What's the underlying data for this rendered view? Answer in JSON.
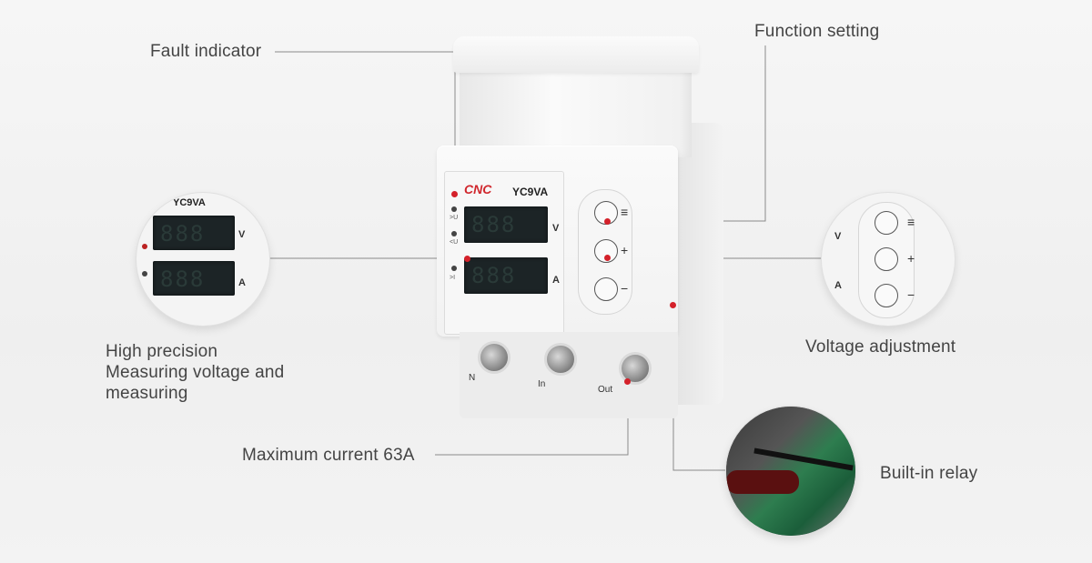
{
  "callouts": {
    "fault_indicator": "Fault indicator",
    "function_setting": "Function setting",
    "high_precision": [
      "High precision",
      "Measuring voltage and",
      "measuring"
    ],
    "voltage_adjustment": "Voltage adjustment",
    "maximum_current": "Maximum current 63A",
    "built_in_relay": "Built-in relay"
  },
  "device": {
    "brand": "CNC",
    "model": "YC9VA",
    "display_digits": "888",
    "unit_voltage": "V",
    "unit_current": "A",
    "led_labels": [
      ">U",
      "<U",
      ">I"
    ],
    "button_symbols": [
      "≡",
      "+",
      "−"
    ],
    "terminals": [
      "N",
      "In",
      "Out"
    ]
  },
  "zoom_left": {
    "model": "YC9VA",
    "unit_voltage": "V",
    "unit_current": "A"
  },
  "zoom_right": {
    "unit_voltage": "V",
    "unit_current": "A",
    "button_symbols": [
      "≡",
      "+",
      "−"
    ]
  },
  "colors": {
    "accent": "#d4212a",
    "line": "#8a8a8a",
    "background": "#f1f1f1"
  }
}
